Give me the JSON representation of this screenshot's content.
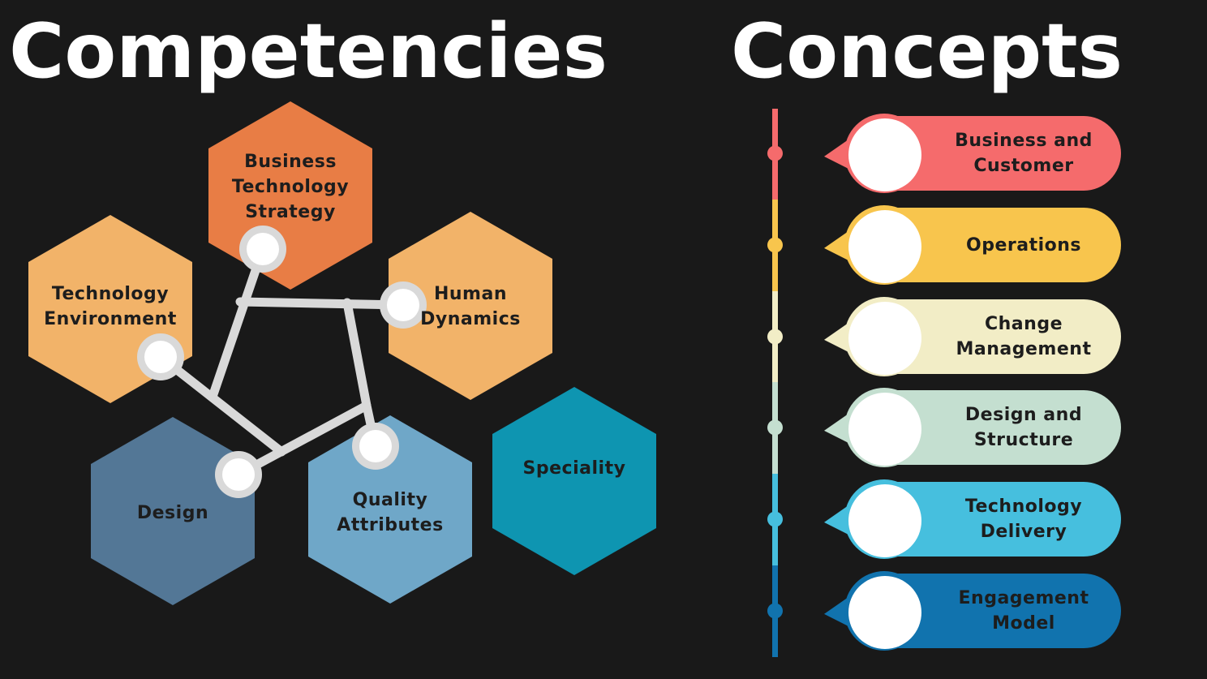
{
  "canvas": {
    "background": "#191919",
    "title_color": "#FFFFFF",
    "label_text_color": "#1D1D1D"
  },
  "competencies": {
    "title": "Competencies",
    "connector": {
      "line_color": "#D9D9D9",
      "node_ring_color": "#D9D9D9",
      "node_fill": "#FFFFFF"
    },
    "hexagons": [
      {
        "name": "Business Technology Strategy",
        "label": "Business\nTechnology\nStrategy",
        "color": "#E87D45"
      },
      {
        "name": "Technology Environment",
        "label": "Technology\nEnvironment",
        "color": "#F2B369"
      },
      {
        "name": "Human Dynamics",
        "label": "Human\nDynamics",
        "color": "#F2B369"
      },
      {
        "name": "Design",
        "label": "Design",
        "color": "#537796"
      },
      {
        "name": "Quality Attributes",
        "label": "Quality\nAttributes",
        "color": "#6FA7C8"
      },
      {
        "name": "Speciality",
        "label": "Speciality",
        "color": "#0E95B1"
      }
    ]
  },
  "concepts": {
    "title": "Concepts",
    "node_fill": "#FFFFFF",
    "items": [
      {
        "label": "Business and\nCustomer",
        "color": "#F56B6C"
      },
      {
        "label": "Operations",
        "color": "#F8C54D"
      },
      {
        "label": "Change\nManagement",
        "color": "#F2EDC6"
      },
      {
        "label": "Design and\nStructure",
        "color": "#C4DFD0"
      },
      {
        "label": "Technology\nDelivery",
        "color": "#46BFDE"
      },
      {
        "label": "Engagement\nModel",
        "color": "#1173AE"
      }
    ]
  }
}
